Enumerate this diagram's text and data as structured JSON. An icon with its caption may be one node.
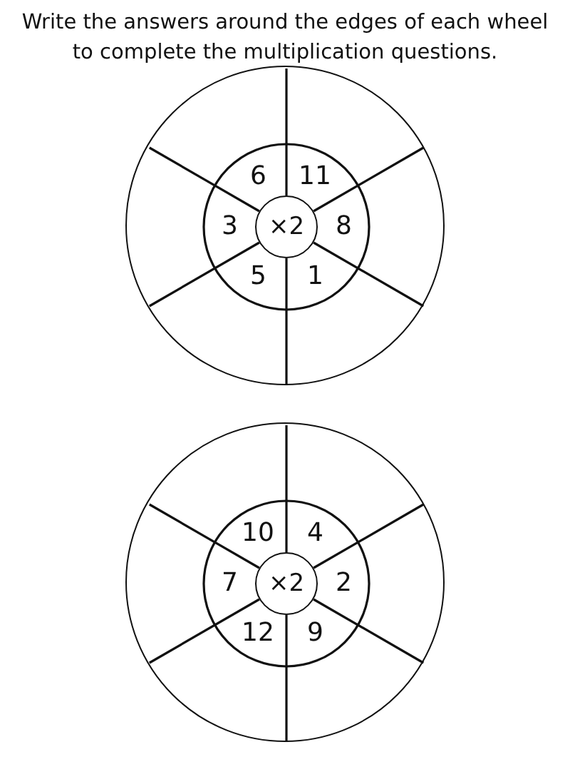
{
  "diagram": {
    "title": "Write the answers around the edges of each wheel to complete the multiplication questions.",
    "nodes": [
      {
        "text": [],
        "shape": "circle"
      },
      {
        "text": [
          "×2"
        ],
        "in": 0
      },
      {
        "text": [
          "6"
        ],
        "in": 0
      },
      {
        "text": [
          "11"
        ],
        "in": 0
      },
      {
        "text": [
          "8"
        ],
        "in": 0
      },
      {
        "text": [
          "1"
        ],
        "in": 0
      },
      {
        "text": [
          "5"
        ],
        "in": 0
      },
      {
        "text": [
          "3"
        ],
        "in": 0
      },
      {
        "text": [],
        "shape": "circle"
      },
      {
        "text": [
          "×2"
        ],
        "in": 8
      },
      {
        "text": [
          "10"
        ],
        "in": 8
      },
      {
        "text": [
          "4"
        ],
        "in": 8
      },
      {
        "text": [
          "2"
        ],
        "in": 8
      },
      {
        "text": [
          "9"
        ],
        "in": 8
      },
      {
        "text": [
          "12"
        ],
        "in": 8
      },
      {
        "text": [
          "7"
        ],
        "in": 8
      }
    ]
  }
}
